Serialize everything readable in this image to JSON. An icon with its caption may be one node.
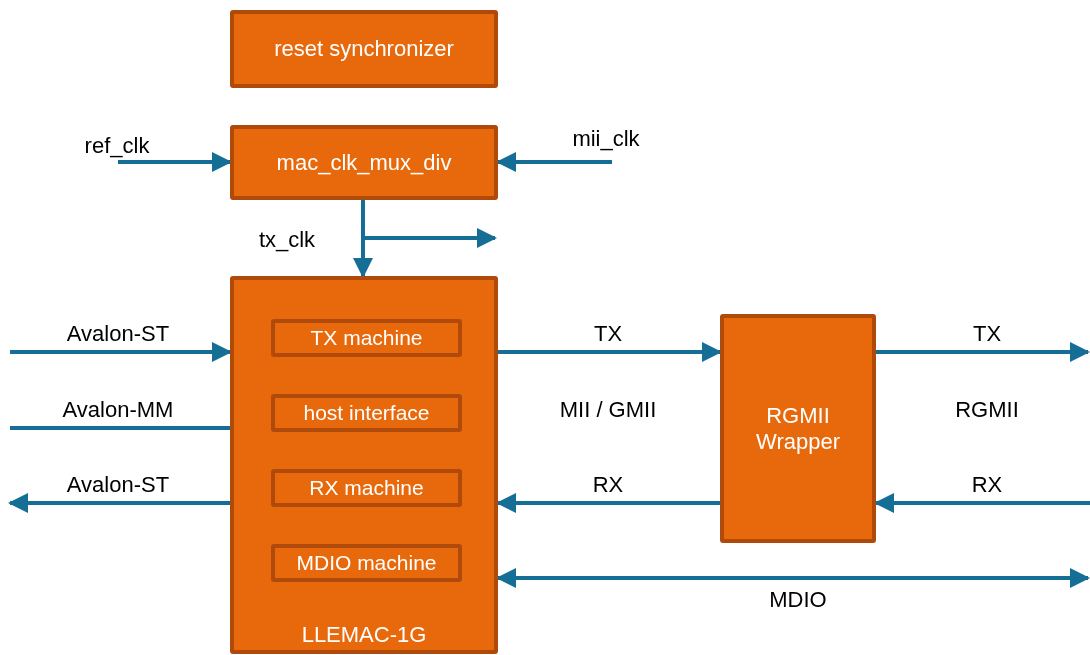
{
  "diagram": {
    "nodes": [
      {
        "text": [
          "reset synchronizer"
        ]
      },
      {
        "text": [
          "mac_clk_mux_div"
        ]
      },
      {
        "text": [
          "LLEMAC-1G"
        ]
      },
      {
        "text": [
          "TX machine"
        ],
        "in": 2
      },
      {
        "text": [
          "host interface"
        ],
        "in": 2
      },
      {
        "text": [
          "RX machine"
        ],
        "in": 2
      },
      {
        "text": [
          "MDIO machine"
        ],
        "in": 2
      },
      {
        "text": [
          "RGMII Wrapper"
        ]
      }
    ],
    "edges": [
      {
        "from": null,
        "to": 1,
        "arrow": "to",
        "label": "ref_clk"
      },
      {
        "from": null,
        "to": 1,
        "arrow": "to",
        "label": "mii_clk"
      },
      {
        "from": 1,
        "to": 2,
        "arrow": "to",
        "label": "tx_clk"
      },
      {
        "from": 1,
        "to": null,
        "arrow": "to"
      },
      {
        "from": null,
        "to": 2,
        "arrow": "to",
        "label": "Avalon-ST"
      },
      {
        "from": null,
        "to": 2,
        "arrow": "none",
        "label": "Avalon-MM"
      },
      {
        "from": 2,
        "to": null,
        "arrow": "to",
        "label": "Avalon-ST"
      },
      {
        "from": 2,
        "to": 7,
        "arrow": "to",
        "label": "TX"
      },
      {
        "from": 7,
        "to": 2,
        "arrow": "to",
        "label": "RX"
      },
      {
        "from": 7,
        "to": null,
        "arrow": "to",
        "label": "TX"
      },
      {
        "from": null,
        "to": 7,
        "arrow": "to",
        "label": "RX"
      },
      {
        "from": 2,
        "to": null,
        "arrow": "both",
        "label": "MDIO"
      }
    ],
    "labels": [
      "MII / GMII",
      "RGMII"
    ]
  }
}
